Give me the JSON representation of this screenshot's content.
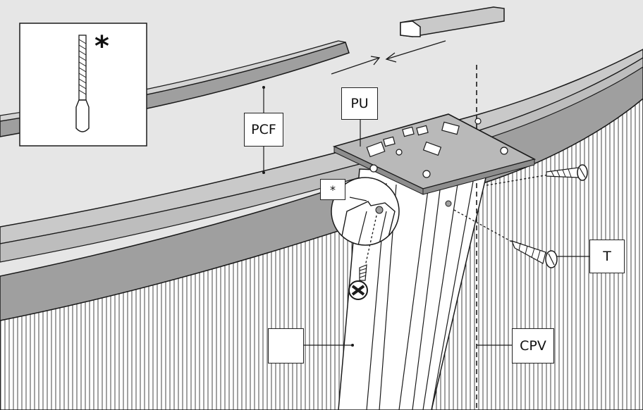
{
  "labels": {
    "pcf": "PCF",
    "pu": "PU",
    "t": "T",
    "cpv": "CPV",
    "blank": "",
    "detail_star": "*"
  },
  "inset": {
    "star": "*",
    "tool_icon": "file-tool-icon"
  },
  "icons": [
    "file-tool-icon",
    "screw-icon",
    "phillips-screw-head-icon",
    "move-arrow-icon"
  ],
  "colors": {
    "sky": "#e6e6e6",
    "rail": "#9f9f9f",
    "rail_light": "#c9c9c9",
    "outline": "#1a1a1a"
  }
}
